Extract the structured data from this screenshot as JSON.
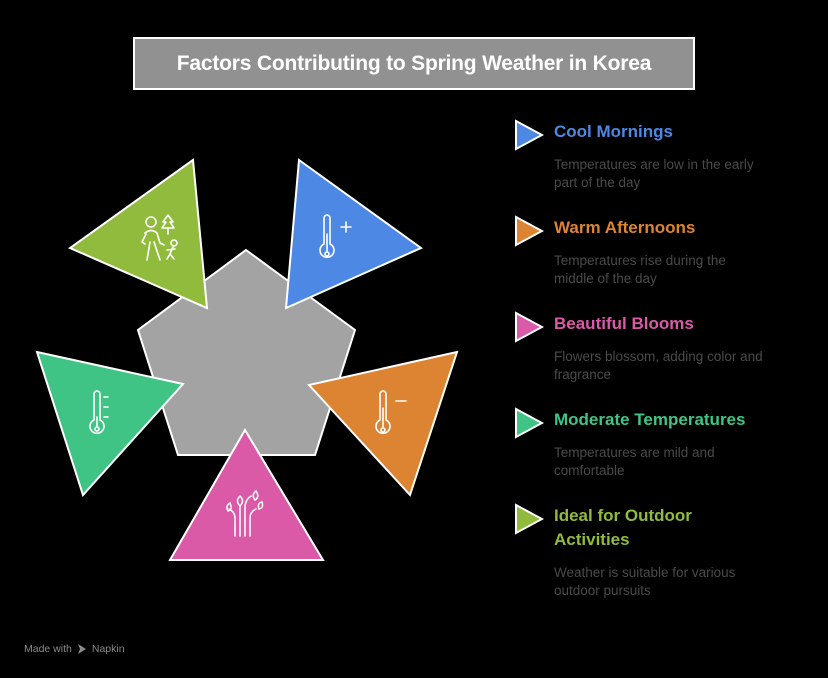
{
  "title": "Factors Contributing to Spring Weather in Korea",
  "colors": {
    "background": "#000000",
    "title_bg": "#919191",
    "pentagon": "#a3a3a3",
    "blue": "#4e88e5",
    "orange": "#dd8433",
    "pink": "#db5aa8",
    "green": "#40c486",
    "lime": "#90bb3c",
    "desc_text": "#4a4a4a"
  },
  "items": [
    {
      "label": "Cool Mornings",
      "description_line1": "Temperatures are low in the early",
      "description_line2": "part of the day",
      "color": "#4e88e5",
      "icon": "thermometer-plus-icon"
    },
    {
      "label": "Warm Afternoons",
      "description_line1": "Temperatures rise during the",
      "description_line2": "middle of the day",
      "color": "#dd8433",
      "icon": "thermometer-minus-icon"
    },
    {
      "label": "Beautiful Blooms",
      "description_line1": "Flowers blossom, adding color and",
      "description_line2": "fragrance",
      "color": "#db5aa8",
      "icon": "sprout-flowers-icon"
    },
    {
      "label": "Moderate Temperatures",
      "description_line1": "Temperatures are mild and",
      "description_line2": "comfortable",
      "color": "#40c486",
      "icon": "thermometer-scale-icon"
    },
    {
      "label_line1": "Ideal for Outdoor",
      "label_line2": "Activities",
      "description_line1": "Weather is suitable for various",
      "description_line2": "outdoor pursuits",
      "color": "#90bb3c",
      "icon": "hiking-family-icon"
    }
  ],
  "footer": {
    "made_with": "Made with",
    "brand": "Napkin"
  }
}
